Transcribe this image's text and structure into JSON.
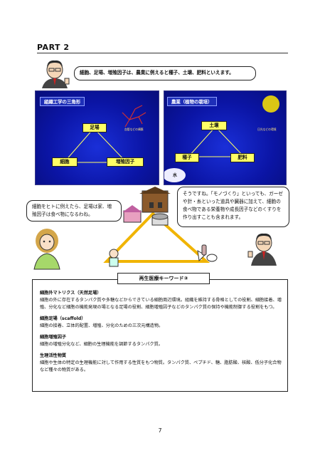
{
  "part": "PART 2",
  "top_bubble": "細胞、足場、増殖因子は、農業に例えると種子、土壌、肥料といえます。",
  "left_panel": {
    "title": "組織工学の三角形",
    "top": "足場",
    "left": "細胞",
    "right": "増殖因子",
    "caption": "血管などの構築"
  },
  "right_panel": {
    "title": "農業（植物の栽培）",
    "top": "土壌",
    "left": "種子",
    "right": "肥料",
    "water": "水",
    "caption": "日光などの環境"
  },
  "left_bubble": "細胞をヒトに例えたら、足場は家、増殖因子は食べ物になるわね。",
  "right_bubble": "そうですね。「モノづくり」といっても、ガーゼや針・糸といった道具や臓器に加えて、細胞の食べ物である栄養物や成長因子などのくすりを作り出すことも含まれます。",
  "keyword_header": "再生医療キーワード③",
  "keywords": [
    {
      "term": "細胞外マトリクス（天然足場）",
      "desc": "細胞の外に存在するタンパク質や多糖などからできている細胞周辺環境。組織を維持する骨格としての役割、細胞接着、増殖、分化など細胞の機能発現の場となる足場の役割、細胞増殖因子などのタンパク質の保持や機能制御する役割をもつ。"
    },
    {
      "term": "細胞足場（scaffold）",
      "desc": "細胞の接着、立体的配置、増殖、分化のための三次元構造物。"
    },
    {
      "term": "細胞増殖因子",
      "desc": "細胞の増殖分化など、細胞の生理機能を調節するタンパク質。"
    },
    {
      "term": "生理活性物質",
      "desc": "細胞や生体の特定の生理機能に対して作用する性質をもつ物質。タンパク質、ペプチド、糖、脂肪酸、核酸、低分子化合物など種々の物質がある。"
    }
  ],
  "page_number": "7"
}
